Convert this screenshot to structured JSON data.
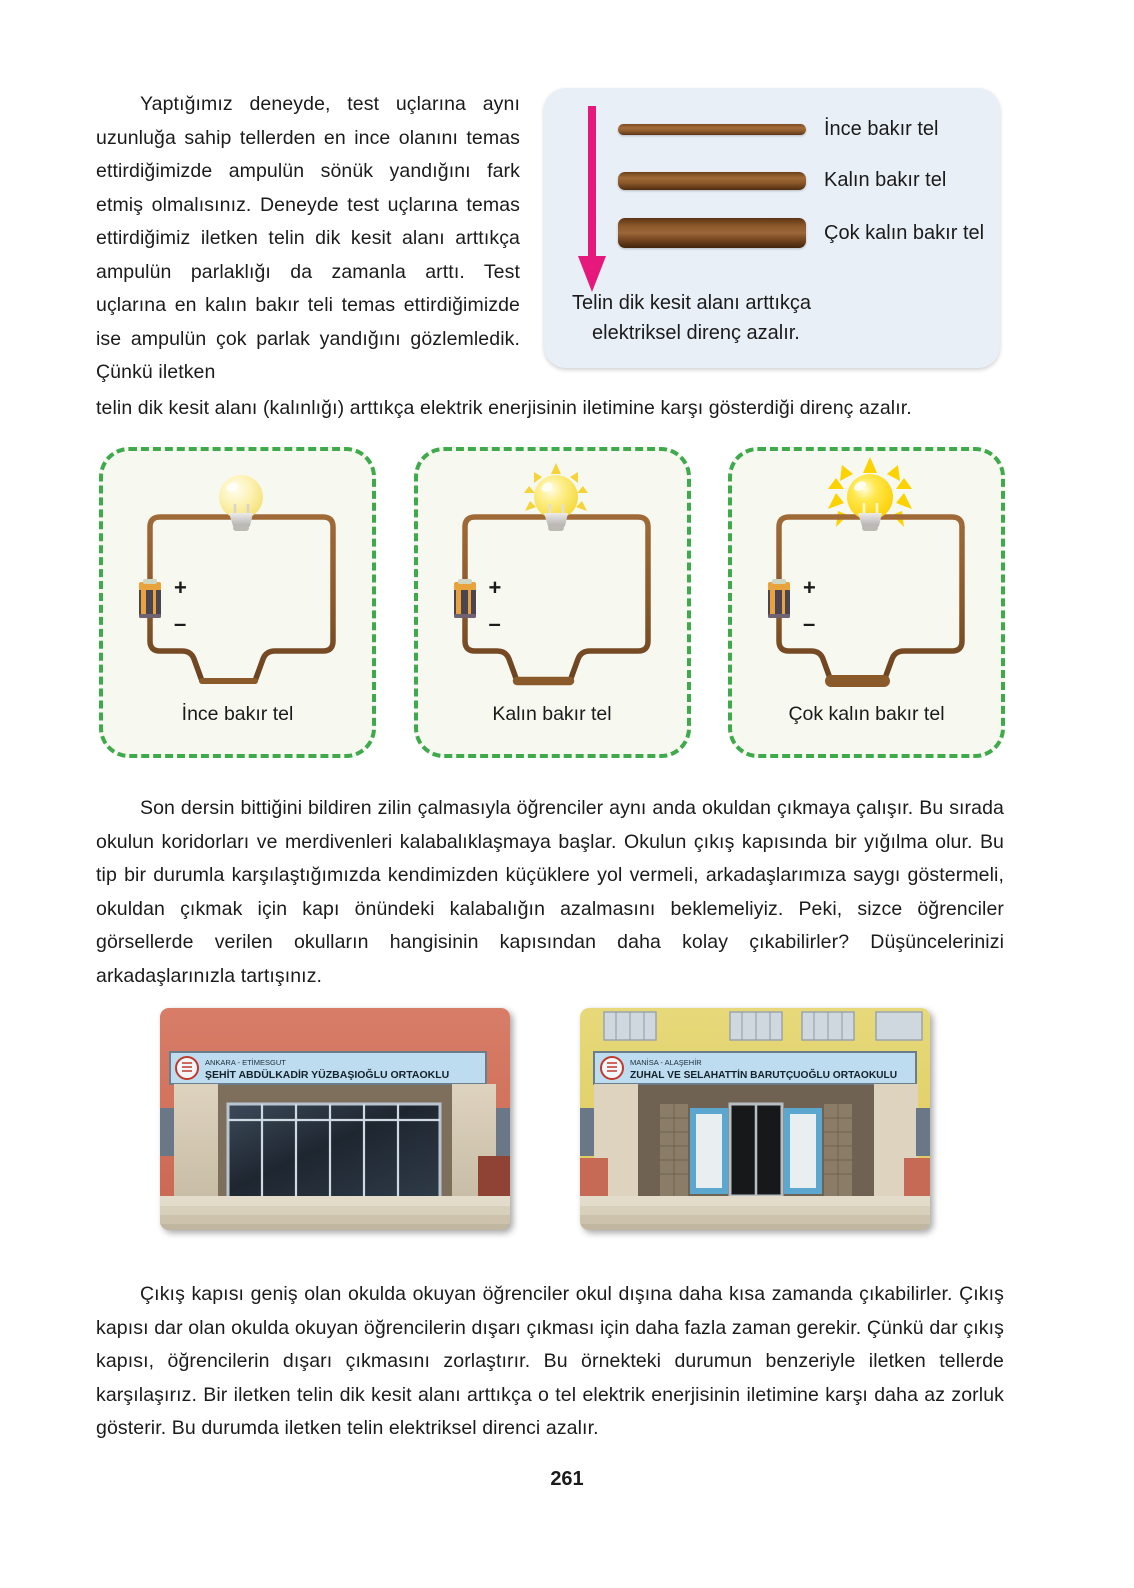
{
  "page": {
    "number": "261",
    "language": "tr"
  },
  "intro": {
    "paragraph": "Yaptığımız deneyde, test uçlarına aynı uzunluğa sahip tellerden en ince olanını temas ettirdiğimizde ampulün sönük yandığını fark etmiş olmalısınız. Deneyde test uçlarına temas ettirdiğimiz iletken telin dik kesit alanı arttıkça ampulün parlaklığı da zamanla arttı. Test uçlarına en kalın bakır teli temas ettirdiğimizde ise ampulün çok parlak yandığını gözlemledik. Çünkü iletken",
    "tail": "telin dik kesit alanı (kalınlığı) arttıkça elektrik enerjisinin iletimine karşı gösterdiği direnç azalır."
  },
  "info_box": {
    "background_color": "#e9eff7",
    "arrow_color": "#e6187c",
    "arrow_name": "down-arrow",
    "wires": [
      {
        "label": "İnce bakır tel",
        "thickness": "thin"
      },
      {
        "label": "Kalın bakır tel",
        "thickness": "thick"
      },
      {
        "label": "Çok kalın bakır tel",
        "thickness": "very-thick"
      }
    ],
    "caption_line_1": "Telin dik kesit alanı arttıkça",
    "caption_line_2": "elektriksel direnç azalır."
  },
  "circuits": {
    "border_color": "#3faa4c",
    "background_color": "#f7f8f0",
    "wire_color": "#8a5a2b",
    "panels": [
      {
        "label": "İnce bakır tel",
        "bulb_brightness": "dim",
        "battery_plus": "+",
        "battery_minus": "–"
      },
      {
        "label": "Kalın bakır tel",
        "bulb_brightness": "medium",
        "battery_plus": "+",
        "battery_minus": "–"
      },
      {
        "label": "Çok kalın bakır tel",
        "bulb_brightness": "bright",
        "battery_plus": "+",
        "battery_minus": "–"
      }
    ]
  },
  "middle": {
    "paragraph": "Son dersin bittiğini bildiren zilin çalmasıyla öğrenciler aynı anda okuldan çıkmaya çalışır. Bu sırada okulun koridorları ve merdivenleri kalabalıklaşmaya başlar. Okulun çıkış kapısında bir yığılma olur. Bu tip bir durumla karşılaştığımızda kendimizden küçüklere yol vermeli, arkadaşlarımıza saygı göstermeli, okuldan çıkmak için kapı önündeki kalabalığın azalmasını beklemeliyiz. Peki, sizce öğrenciler görsellerde verilen okulların hangisinin kapısından daha kolay çıkabilirler? Düşüncelerinizi arkadaşlarınızla tartışınız."
  },
  "photos": [
    {
      "name": "school-photo-wide-entrance",
      "sign_city": "ANKARA - ETİMESGUT",
      "sign_name": "ŞEHİT ABDÜLKADİR YÜZBAŞIOĞLU ORTAOKLU",
      "facade_color": "#d4705e",
      "sign_color": "#bedcef",
      "door_type": "wide"
    },
    {
      "name": "school-photo-narrow-entrance",
      "sign_city": "MANİSA - ALAŞEHİR",
      "sign_name": "ZUHAL VE SELAHATTİN BARUTÇUOĞLU ORTAOKULU",
      "facade_color": "#e2d06a",
      "sign_color": "#bedcef",
      "door_type": "narrow"
    }
  ],
  "end": {
    "paragraph": "Çıkış kapısı geniş olan okulda okuyan öğrenciler okul dışına daha kısa zamanda çıkabilirler. Çıkış kapısı dar olan okulda okuyan öğrencilerin dışarı çıkması için daha fazla zaman gerekir. Çünkü dar çıkış kapısı, öğrencilerin dışarı çıkmasını zorlaştırır. Bu örnekteki durumun benzeriyle iletken tellerde karşılaşırız. Bir iletken telin dik kesit alanı arttıkça o tel elektrik enerjisinin iletimine karşı daha az zorluk gösterir. Bu durumda iletken telin elektriksel direnci azalır."
  }
}
